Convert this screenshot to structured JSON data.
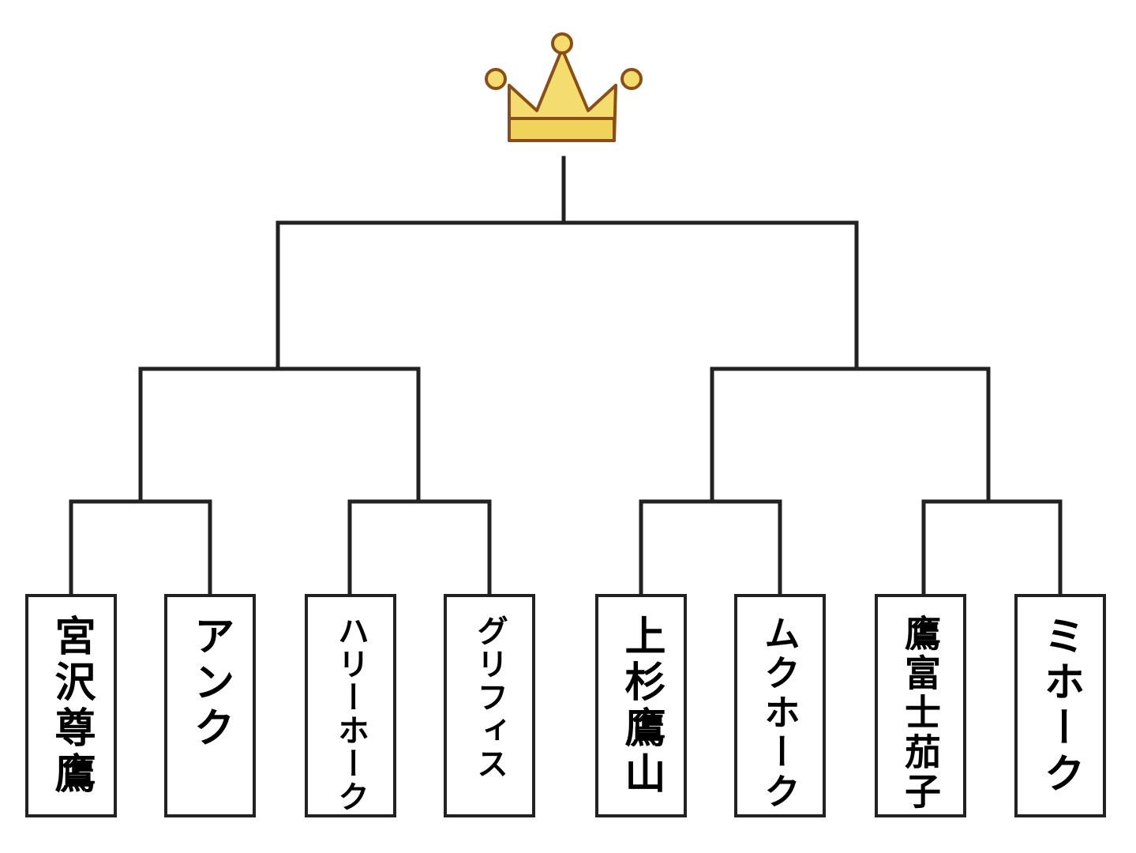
{
  "trophy": {
    "icon": "crown-icon",
    "colors": {
      "fill": "#f5dc6e",
      "band": "#f0d35a",
      "outline": "#8a4f16"
    }
  },
  "line_color": "#222222",
  "entrants": [
    {
      "name": "宮沢尊鷹"
    },
    {
      "name": "アンク"
    },
    {
      "name": "ハリーホーク"
    },
    {
      "name": "グリフィス"
    },
    {
      "name": "上杉鷹山"
    },
    {
      "name": "ムクホーク"
    },
    {
      "name": "鷹富士茄子"
    },
    {
      "name": "ミホーク"
    }
  ]
}
